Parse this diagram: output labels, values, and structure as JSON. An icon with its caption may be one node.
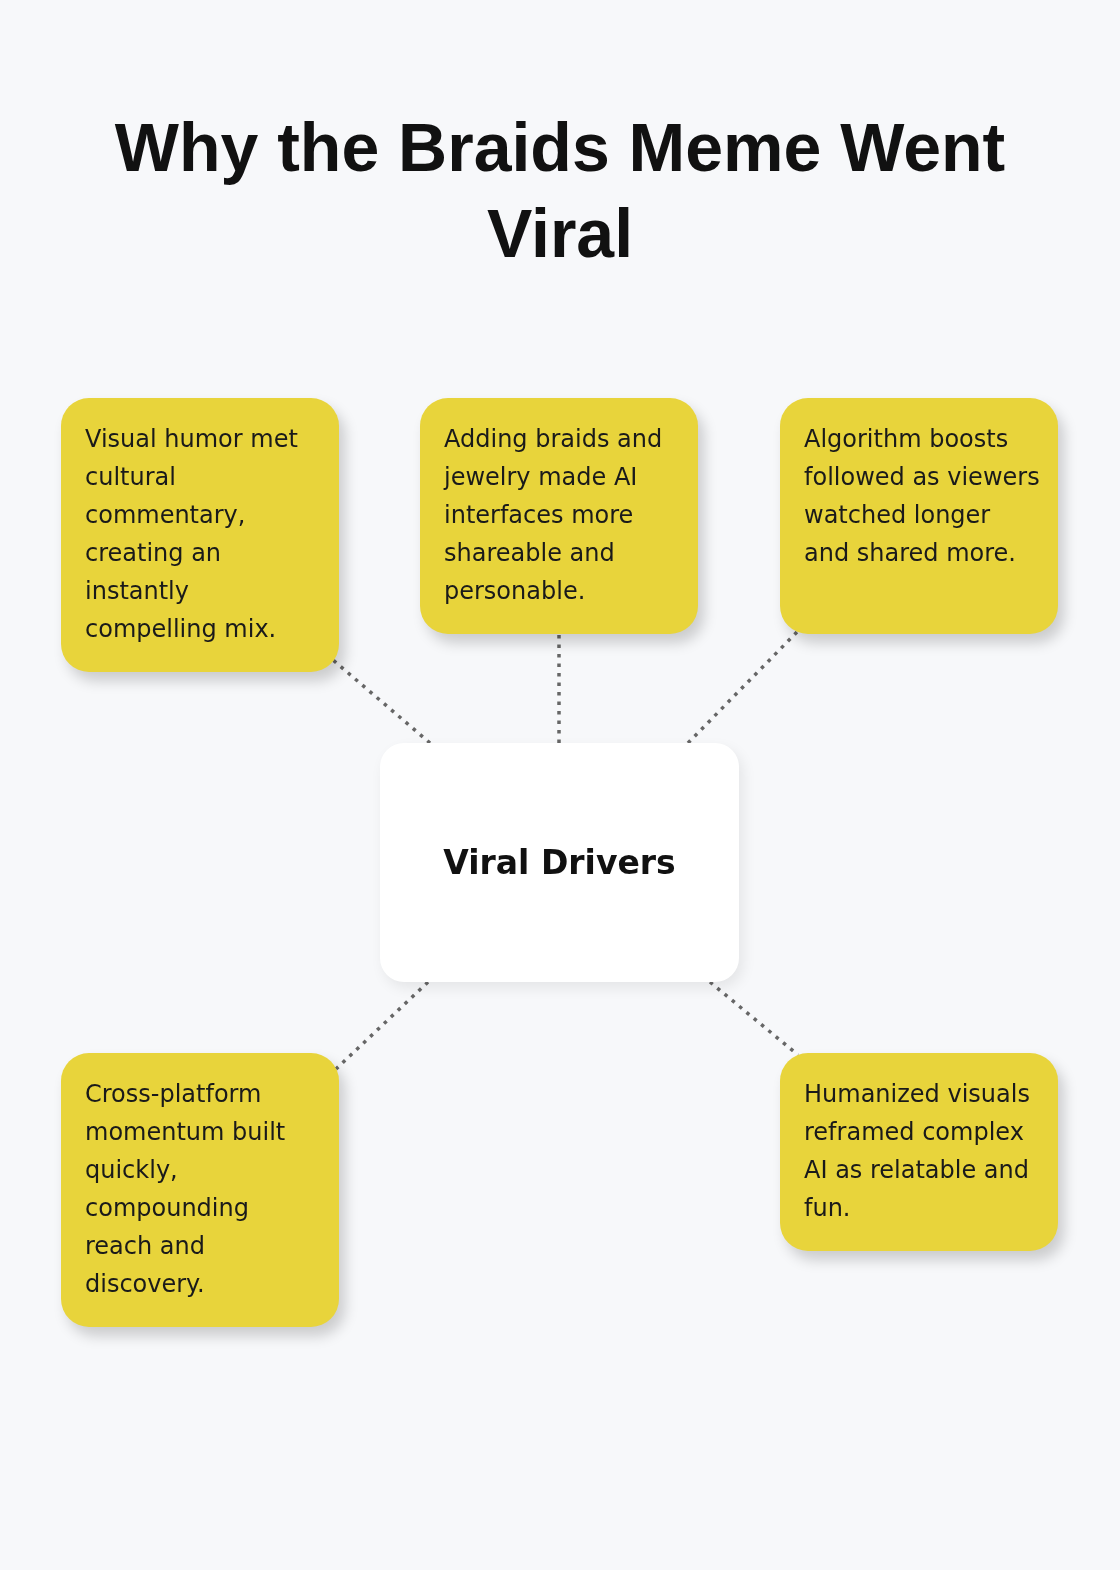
{
  "diagram": {
    "title": "Why the Braids Meme Went Viral",
    "nodes": [
      {
        "text": [
          "Visual humor met cultural commentary, creating an instantly compelling mix."
        ]
      },
      {
        "text": [
          "Adding braids and jewelry made AI interfaces more shareable and personable."
        ]
      },
      {
        "text": [
          "Algorithm boosts followed as viewers watched longer and shared more."
        ]
      },
      {
        "text": [
          "Viral Drivers"
        ]
      },
      {
        "text": [
          "Cross-platform momentum built quickly, compounding reach and discovery."
        ]
      },
      {
        "text": [
          "Humanized visuals reframed complex AI as relatable and fun."
        ]
      }
    ],
    "edges": [
      {
        "from": 3,
        "to": 0,
        "arrow": "none",
        "style": "dashed"
      },
      {
        "from": 3,
        "to": 1,
        "arrow": "none",
        "style": "dashed"
      },
      {
        "from": 3,
        "to": 2,
        "arrow": "none",
        "style": "dashed"
      },
      {
        "from": 3,
        "to": 4,
        "arrow": "none",
        "style": "dashed"
      },
      {
        "from": 3,
        "to": 5,
        "arrow": "none",
        "style": "dashed"
      }
    ]
  }
}
